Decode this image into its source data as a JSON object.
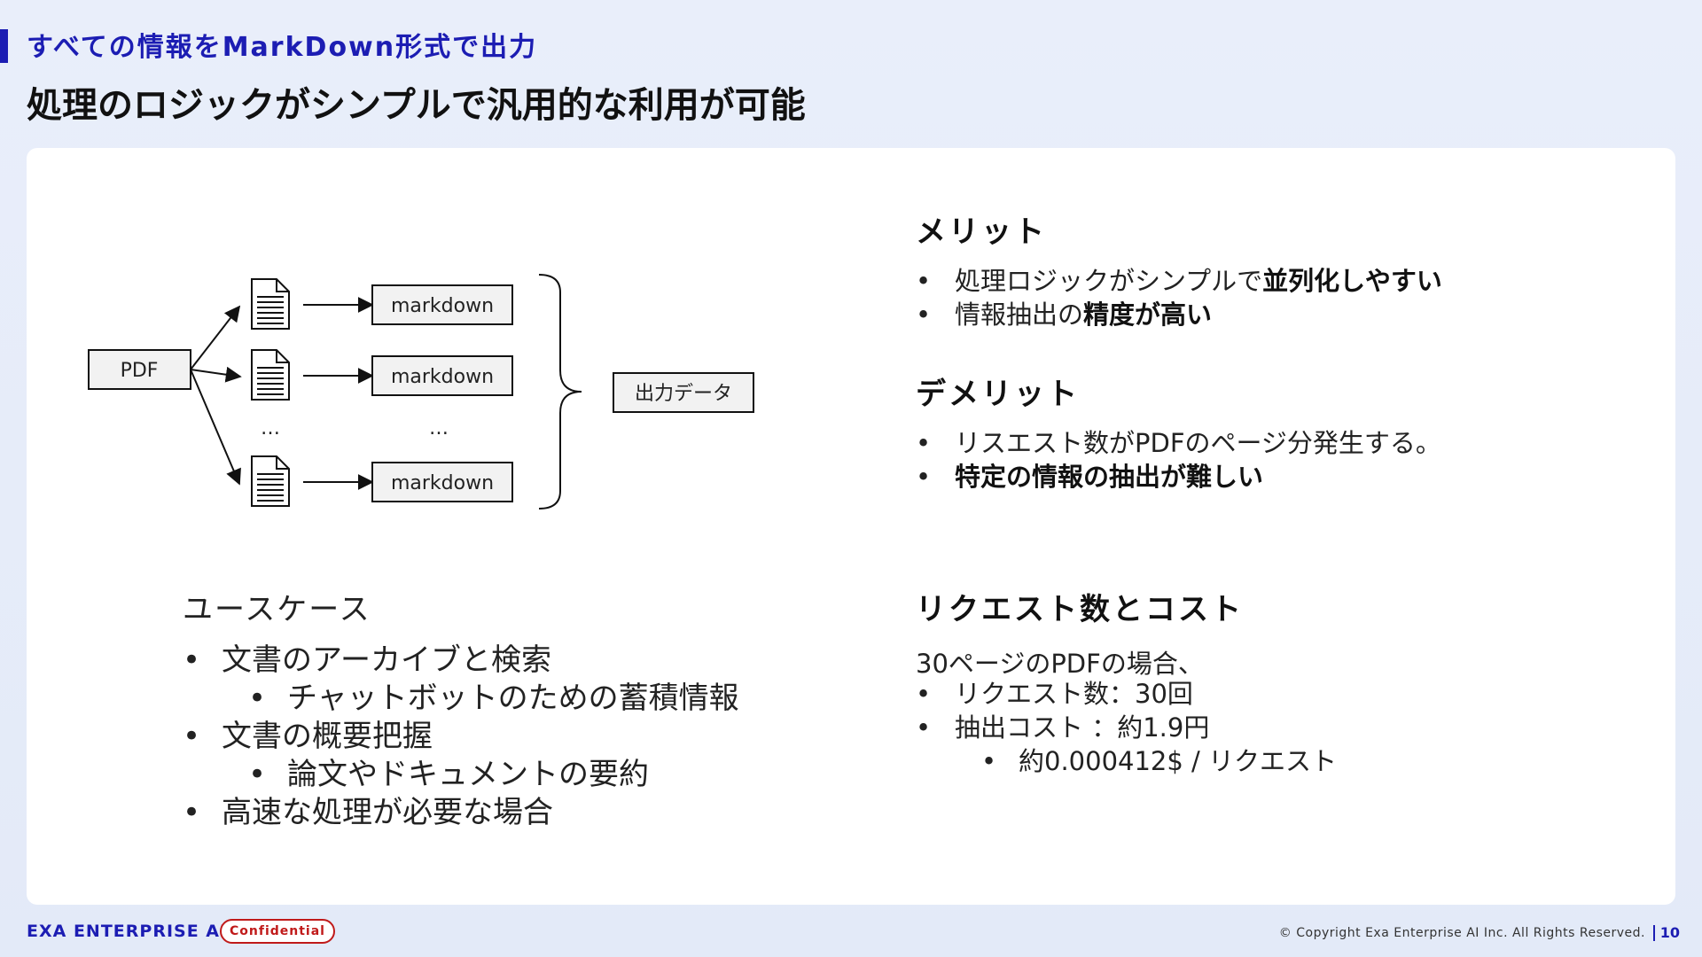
{
  "header": {
    "subtitle": "すべての情報をMarkDown形式で出力",
    "title": "処理のロジックがシンプルで汎用的な利用が可能"
  },
  "diagram": {
    "pdf_label": "PDF",
    "markdown_label": "markdown",
    "ellipsis": "…",
    "output_label": "出力データ",
    "icons": [
      "document-icon",
      "arrow-icon",
      "brace-icon"
    ]
  },
  "merits": {
    "heading": "メリット",
    "items": [
      {
        "plain": "処理ロジックがシンプルで",
        "bold": "並列化しやすい"
      },
      {
        "plain": "情報抽出の",
        "bold": "精度が高い"
      }
    ]
  },
  "demerits": {
    "heading": "デメリット",
    "items": [
      {
        "plain": "リスエスト数がPDFのページ分発生する。",
        "bold": ""
      },
      {
        "plain": "",
        "bold": "特定の情報の抽出が難しい"
      }
    ]
  },
  "usecases": {
    "heading": "ユースケース",
    "items": [
      "文書のアーカイブと検索",
      "チャットボットのための蓄積情報",
      "文書の概要把握",
      "論文やドキュメントの要約",
      "高速な処理が必要な場合"
    ]
  },
  "cost": {
    "heading": "リクエスト数とコスト",
    "intro": "30ページのPDFの場合、",
    "items": [
      "リクエスト数：30回",
      "抽出コスト ：約1.9円",
      "約0.000412$ / リクエスト"
    ]
  },
  "footer": {
    "brand": "EXA ENTERPRISE AI",
    "badge": "Confidential",
    "copyright": "© Copyright Exa Enterprise AI Inc. All Rights Reserved.",
    "page": "10"
  },
  "colors": {
    "accent": "#1c1db3",
    "badge": "#c01a1a",
    "background": "#e9eefa"
  }
}
